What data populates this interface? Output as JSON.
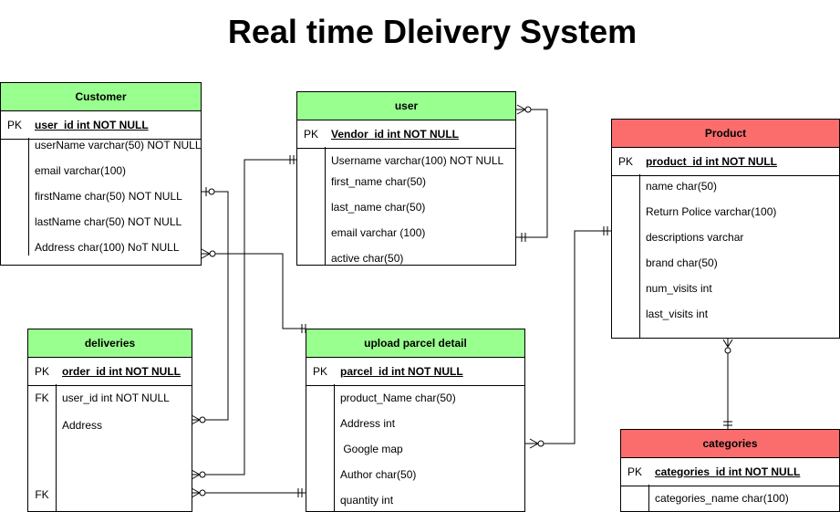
{
  "title": "Real time Dleivery System",
  "entities": {
    "customer": {
      "name": "Customer",
      "pk_label": "PK",
      "pk": "user_id int NOT NULL",
      "attrs": [
        "userName varchar(50) NOT NULL",
        "email varchar(100)",
        "firstName char(50) NOT NULL",
        "lastName char(50) NOT NULL",
        "Address char(100) NoT NULL"
      ]
    },
    "user": {
      "name": "user",
      "pk_label": "PK",
      "pk": "Vendor_id int NOT NULL",
      "attrs": [
        "Username varchar(100) NOT NULL",
        "first_name char(50)",
        "last_name char(50)",
        "email varchar (100)",
        "active char(50)"
      ]
    },
    "product": {
      "name": "Product",
      "pk_label": "PK",
      "pk": "product_id int NOT NULL",
      "attrs": [
        "name char(50)",
        "Return Police varchar(100)",
        "descriptions varchar",
        "brand char(50)",
        "num_visits int",
        "last_visits int"
      ]
    },
    "deliveries": {
      "name": "deliveries",
      "pk_label": "PK",
      "pk": "order_id int NOT NULL ",
      "fk_label_1": "FK",
      "fk_label_2": "FK",
      "attrs": [
        "user_id int NOT NULL",
        "Address"
      ]
    },
    "parcel": {
      "name": "upload parcel detail",
      "pk_label": "PK",
      "pk": "parcel_id int NOT NULL",
      "attrs": [
        "product_Name char(50)",
        "Address int",
        " Google map",
        "Author char(50)",
        "quantity int"
      ]
    },
    "categories": {
      "name": "categories",
      "pk_label": "PK",
      "pk": "categories_id int NOT NULL",
      "attrs": [
        "categories_name char(100)"
      ]
    }
  },
  "colors": {
    "green_header": "#99ff8f",
    "red_header": "#fb6d6d"
  }
}
